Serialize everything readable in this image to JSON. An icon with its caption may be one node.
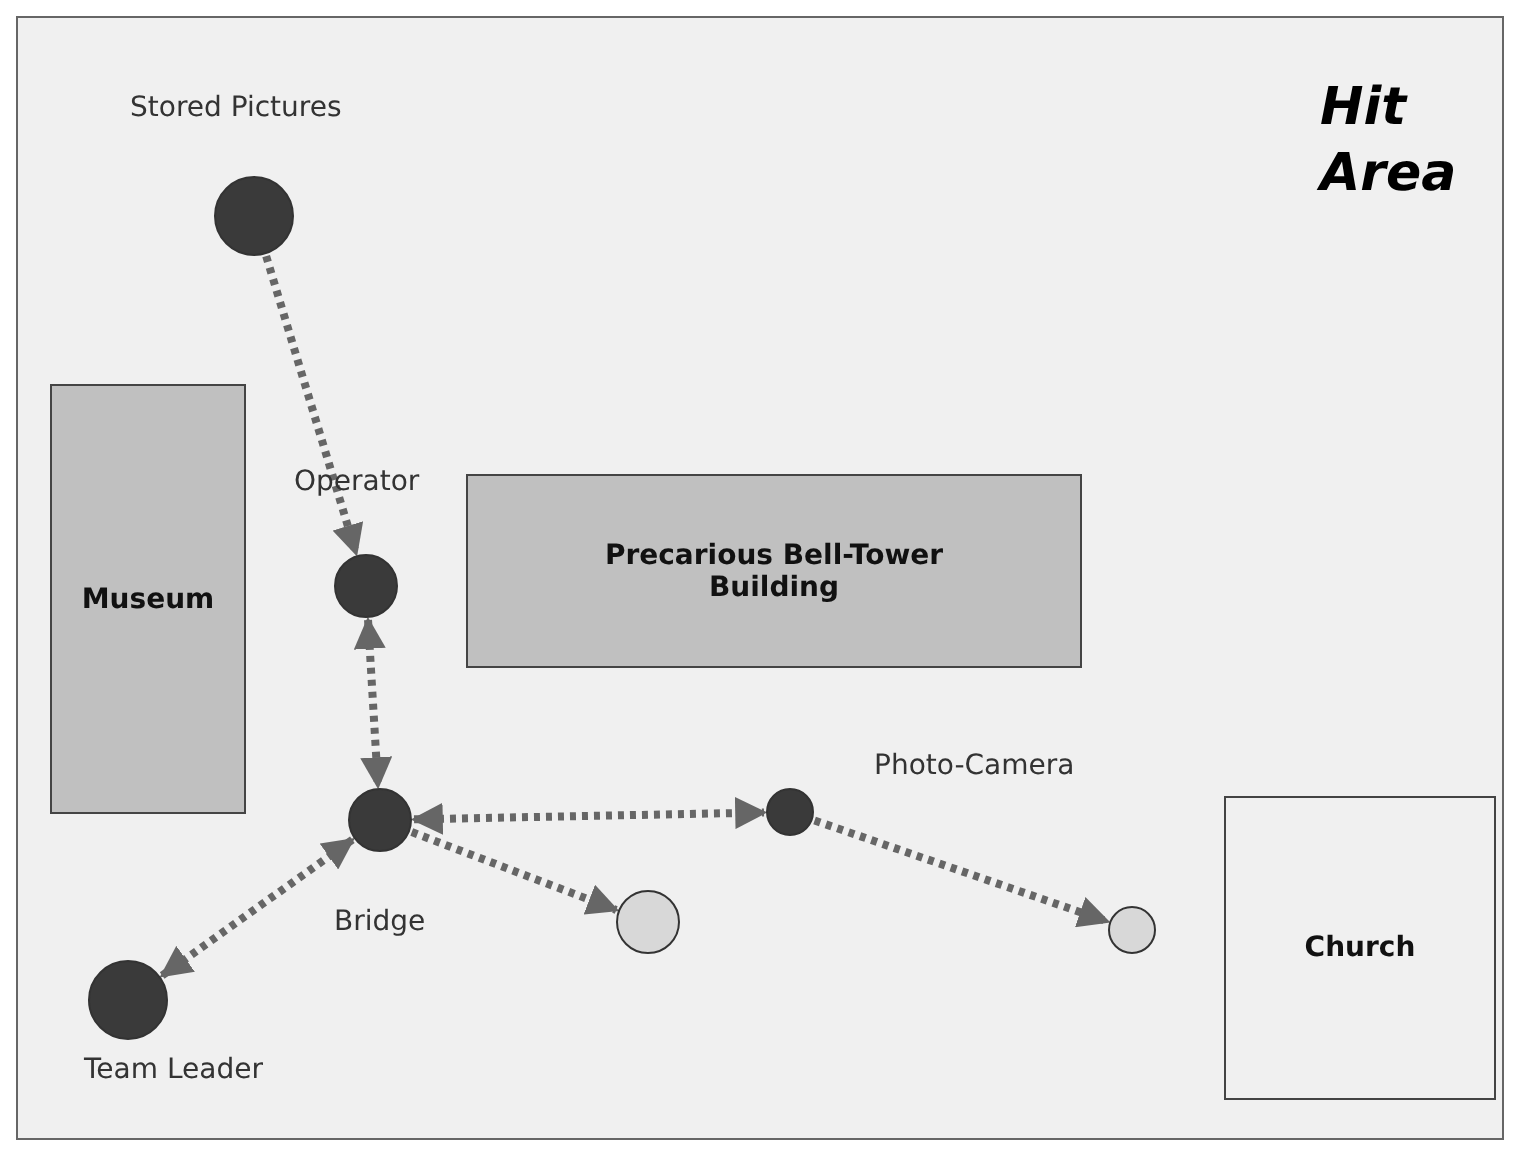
{
  "diagram": {
    "nodes": [
      {
        "text": [],
        "shape": "circle",
        "beside": [
          "Stored Pictures"
        ]
      },
      {
        "text": [
          "Museum"
        ]
      },
      {
        "text": [],
        "shape": "circle",
        "beside": [
          "Operator"
        ]
      },
      {
        "text": [
          "Precarious Bell-Tower Building"
        ]
      },
      {
        "text": [],
        "shape": "circle",
        "beside": [
          "Bridge"
        ]
      },
      {
        "text": [],
        "shape": "circle",
        "beside": [
          "Photo-Camera"
        ]
      },
      {
        "text": [],
        "shape": "circle"
      },
      {
        "text": [],
        "shape": "circle",
        "beside": [
          "Team Leader"
        ]
      },
      {
        "text": [],
        "shape": "circle"
      },
      {
        "text": [
          "Church"
        ]
      }
    ],
    "edges": [
      {
        "from": 0,
        "to": 2,
        "arrow": "to"
      },
      {
        "from": 2,
        "to": 4,
        "arrow": "both"
      },
      {
        "from": 4,
        "to": 5,
        "arrow": "both"
      },
      {
        "from": 4,
        "to": 6,
        "arrow": "to"
      },
      {
        "from": 7,
        "to": 4,
        "arrow": "both"
      },
      {
        "from": 5,
        "to": 8,
        "arrow": "to"
      }
    ],
    "labels": [
      "Hit Area"
    ]
  }
}
